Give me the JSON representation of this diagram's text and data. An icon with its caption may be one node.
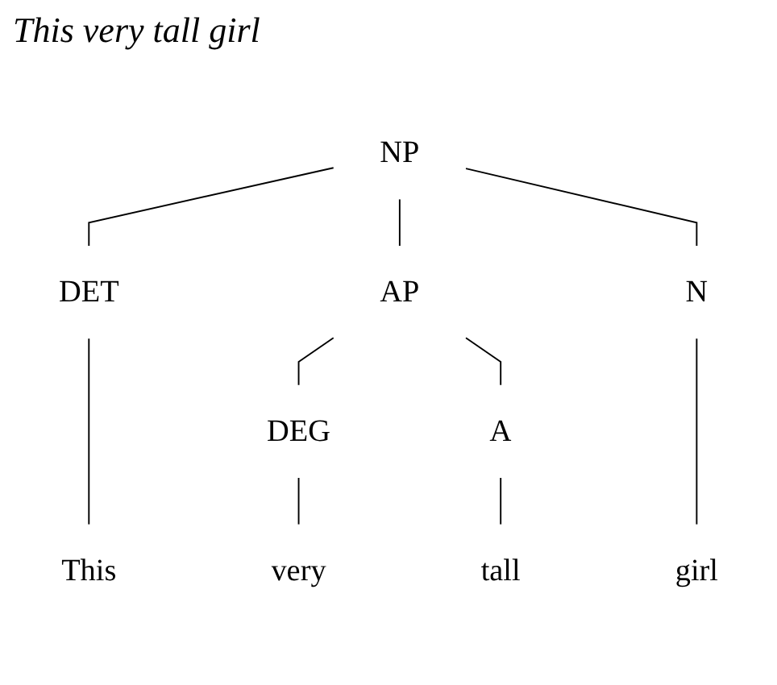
{
  "diagram": {
    "title": "This very tall girl",
    "nodes": [
      {
        "text": [
          "NP"
        ]
      },
      {
        "text": [
          "DET"
        ]
      },
      {
        "text": [
          "AP"
        ]
      },
      {
        "text": [
          "N"
        ]
      },
      {
        "text": [
          "DEG"
        ]
      },
      {
        "text": [
          "A"
        ]
      },
      {
        "text": [
          "This"
        ]
      },
      {
        "text": [
          "very"
        ]
      },
      {
        "text": [
          "tall"
        ]
      },
      {
        "text": [
          "girl"
        ]
      }
    ],
    "edges": [
      {
        "from": 0,
        "to": 1,
        "arrow": "none"
      },
      {
        "from": 0,
        "to": 2,
        "arrow": "none"
      },
      {
        "from": 0,
        "to": 3,
        "arrow": "none"
      },
      {
        "from": 2,
        "to": 4,
        "arrow": "none"
      },
      {
        "from": 2,
        "to": 5,
        "arrow": "none"
      },
      {
        "from": 1,
        "to": 6,
        "arrow": "none"
      },
      {
        "from": 4,
        "to": 7,
        "arrow": "none"
      },
      {
        "from": 5,
        "to": 8,
        "arrow": "none"
      },
      {
        "from": 3,
        "to": 9,
        "arrow": "none"
      }
    ]
  }
}
